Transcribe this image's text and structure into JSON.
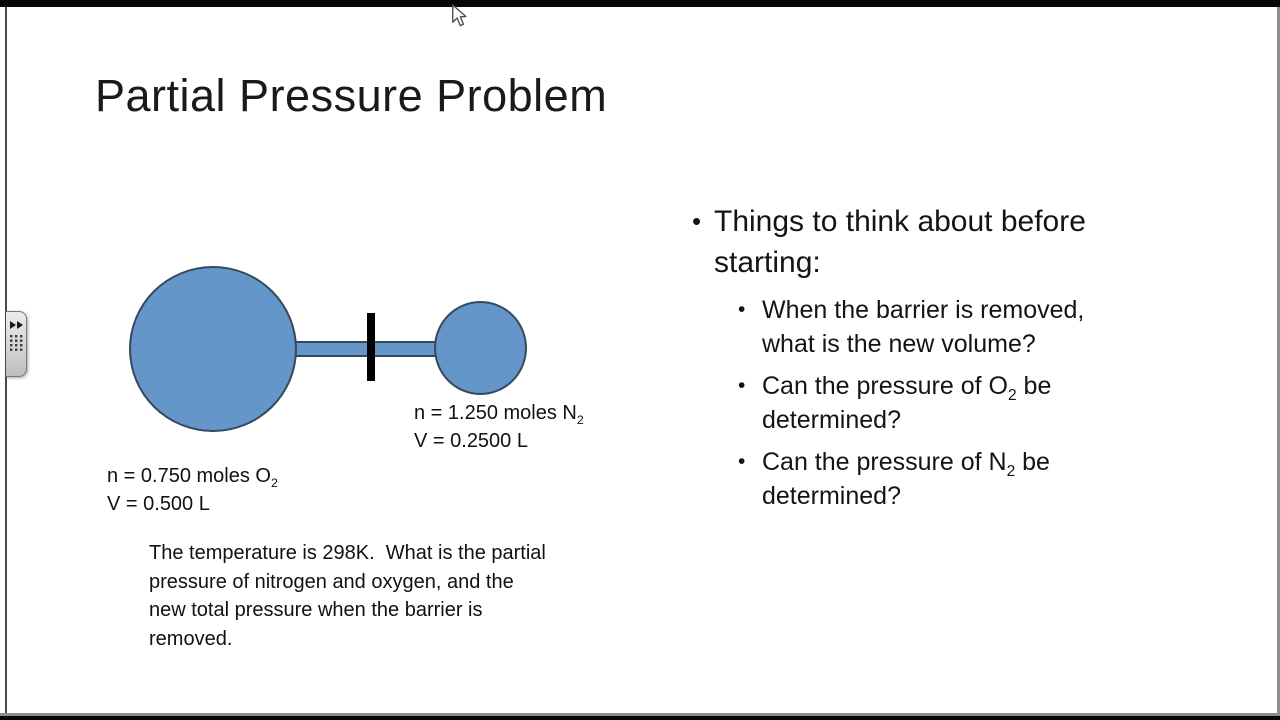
{
  "slide": {
    "title": "Partial Pressure Problem"
  },
  "diagram": {
    "colors": {
      "flask_fill": "#6496ca",
      "flask_border": "#35495e",
      "barrier": "#000000"
    },
    "left_flask": {
      "moles_pre": "n = 0.750 moles O",
      "moles_sub": "2",
      "volume": "V = 0.500 L"
    },
    "right_flask": {
      "moles_pre": "n = 1.250 moles N",
      "moles_sub": "2",
      "volume": "V = 0.2500 L"
    }
  },
  "question": "The temperature is 298K.  What is the partial\npressure of nitrogen and oxygen, and the\nnew total pressure when the barrier is\nremoved.",
  "right_panel": {
    "bullet_glyph": "•",
    "heading": "Things to think about before starting:",
    "bullets": [
      {
        "pre": "When the barrier is removed, what is the new volume?",
        "sub": "",
        "post": ""
      },
      {
        "pre": "Can the pressure of O",
        "sub": "2",
        "post": " be determined?"
      },
      {
        "pre": "Can the pressure of N",
        "sub": "2",
        "post": " be determined?"
      }
    ]
  },
  "side_toolbar": {
    "arrows_icon": "double-right-arrows",
    "grid_icon": "dot-grid"
  },
  "cursor": {
    "type": "arrow-pointer"
  }
}
